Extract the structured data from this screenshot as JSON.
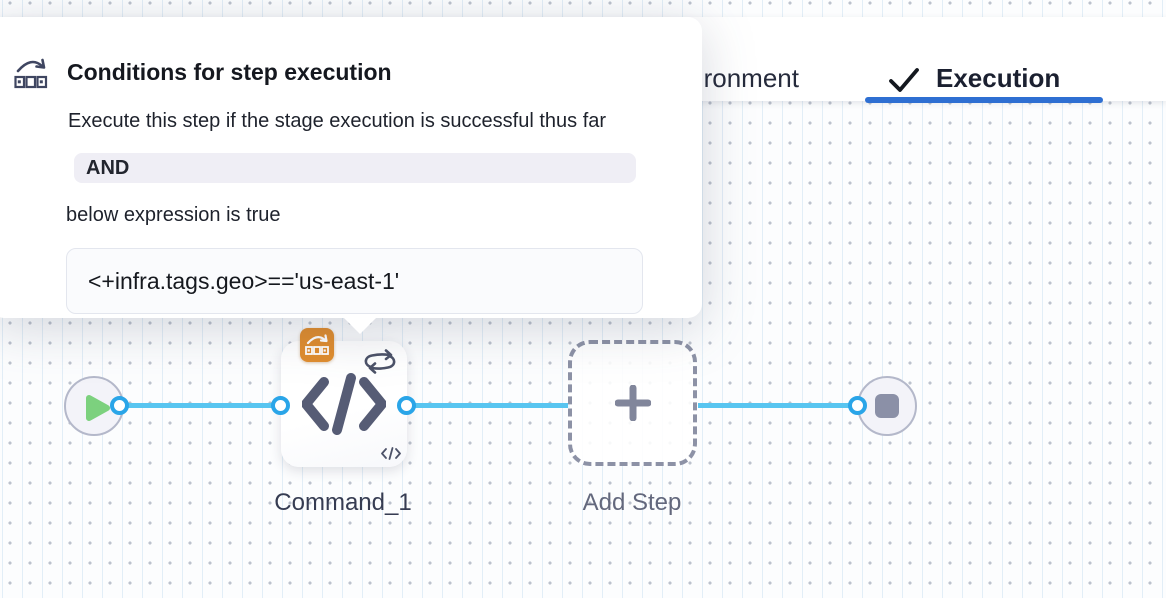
{
  "popover": {
    "title": "Conditions for step execution",
    "subtitle": "Execute this step if the stage execution is successful thus far",
    "operator": "AND",
    "expression_label": "below expression is true",
    "expression": "<+infra.tags.geo>=='us-east-1'"
  },
  "tabs": {
    "environment": {
      "label": "Environment"
    },
    "execution": {
      "label": "Execution",
      "icon": "check-icon",
      "active": true
    }
  },
  "pipeline": {
    "start_node": {
      "icon": "play-icon"
    },
    "step": {
      "label": "Command_1",
      "icon": "code-icon",
      "badge_icon": "conditional-execution-icon",
      "loop_icon": "looping-strategy-icon",
      "template_icon": "code-template-icon"
    },
    "add_step": {
      "label": "Add Step",
      "icon": "plus-icon"
    },
    "end_node": {
      "icon": "stop-icon"
    }
  },
  "colors": {
    "active_tab_underline": "#2e6fd2",
    "connector_line": "#58c5f0",
    "port_ring": "#2aa5e8",
    "conditional_badge": "#e08d2e",
    "play_triangle": "#7cd17e",
    "node_slate": "#565c75"
  }
}
